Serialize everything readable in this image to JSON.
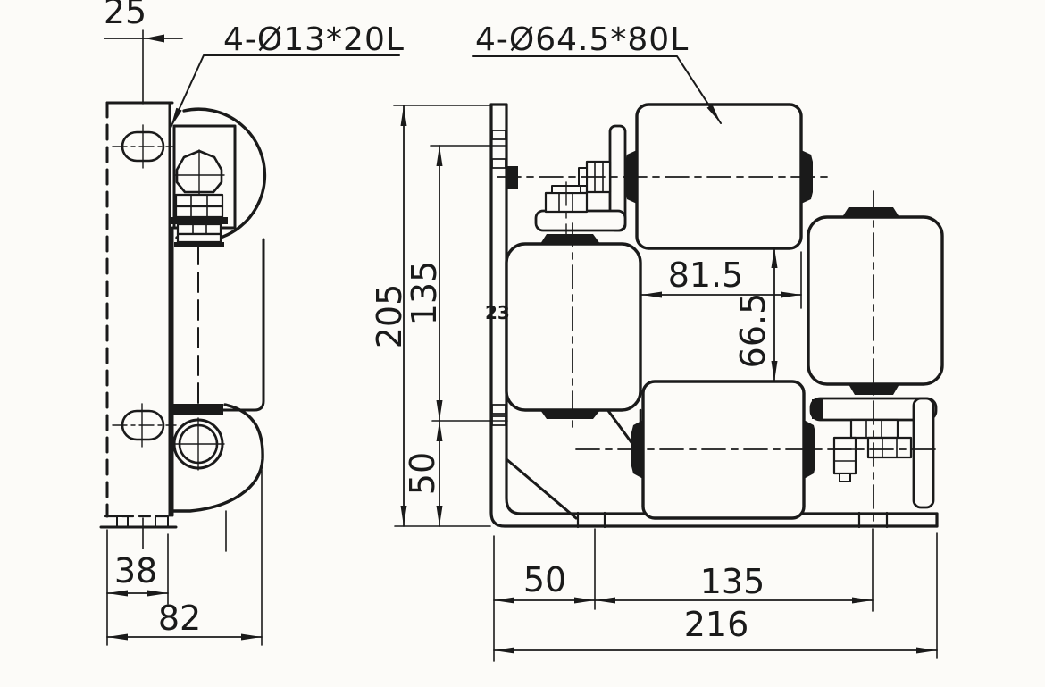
{
  "drawing": {
    "paper_color": "#fcfbf8",
    "line_color": "#1a1a1a",
    "callouts": {
      "bolt_holes": "4-Ø13*20L",
      "rollers": "4-Ø64.5*80L",
      "plate_note": "23"
    },
    "dimensions": {
      "side_view": {
        "hole_offset": "25",
        "plate_depth": "38",
        "overall_depth": "82"
      },
      "front_view": {
        "overall_height": "205",
        "upper_hole_span": "135",
        "lower_hole_span": "50",
        "roller_gap_horizontal": "81.5",
        "roller_gap_vertical": "66.5",
        "base_hole_offset": "50",
        "base_hole_spacing": "135",
        "overall_width": "216"
      }
    }
  }
}
